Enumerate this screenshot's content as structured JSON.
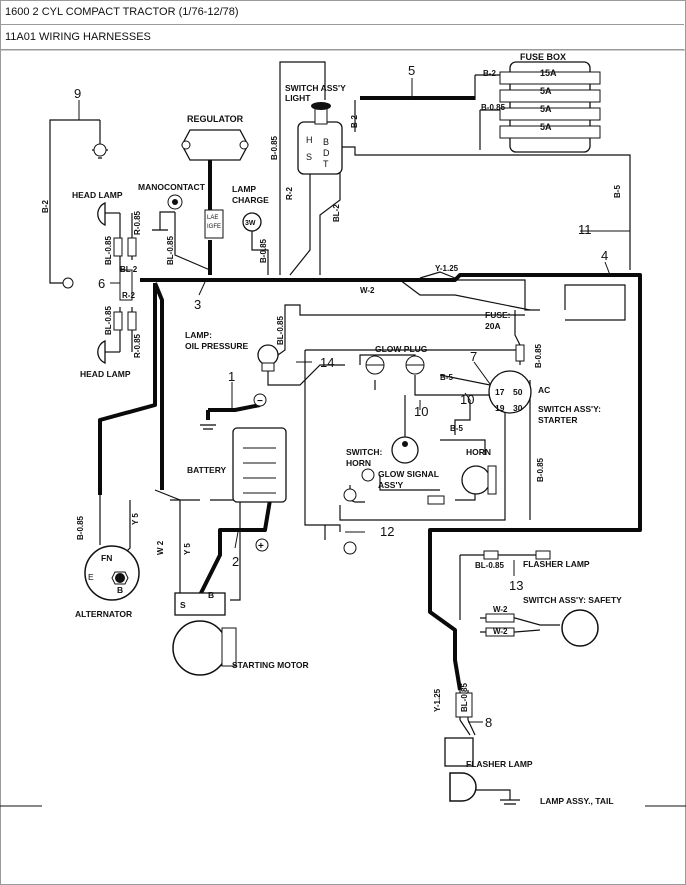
{
  "header": {
    "title": "1600 2 CYL COMPACT TRACTOR (1/76-12/78)",
    "subtitle": "11A01 WIRING HARNESSES"
  },
  "callouts": [
    "1",
    "2",
    "3",
    "4",
    "5",
    "6",
    "7",
    "8",
    "9",
    "10",
    "10",
    "11",
    "12",
    "13",
    "14"
  ],
  "components": {
    "fuse_box": "FUSE BOX",
    "fuses": [
      "15A",
      "5A",
      "5A",
      "5A"
    ],
    "switch_light": [
      "SWITCH ASS'Y",
      "LIGHT"
    ],
    "regulator": "REGULATOR",
    "head_lamp_upper": "HEAD LAMP",
    "head_lamp_lower": "HEAD LAMP",
    "manocontact": "MANOCONTACT",
    "lamp_charge": [
      "LAMP",
      "CHARGE"
    ],
    "lamp_oil": [
      "LAMP:",
      "OIL PRESSURE"
    ],
    "glow_plug": "GLOW PLUG",
    "fuse_20a": [
      "FUSE:",
      "20A"
    ],
    "starter_switch": [
      "SWITCH ASS'Y:",
      "STARTER"
    ],
    "battery": "BATTERY",
    "switch_horn": [
      "SWITCH:",
      "HORN"
    ],
    "horn": "HORN",
    "glow_signal": [
      "GLOW SIGNAL",
      "ASS'Y"
    ],
    "alternator": "ALTERNATOR",
    "starting_motor": "STARTING MOTOR",
    "flasher_lamp_upper": "FLASHER LAMP",
    "safety_switch": "SWITCH ASS'Y: SAFETY",
    "flasher_lamp_lower": "FLASHER LAMP",
    "lamp_tail": "LAMP ASSY., TAIL"
  },
  "wire_labels": {
    "b2_top": "B-2",
    "b085_fuse": "B-0.85",
    "b2_switch": "B-2",
    "b085_vert": "B-0.85",
    "r2": "R-2",
    "bl2_vert": "BL-2",
    "b5_right": "B-5",
    "b2_left": "B-2",
    "bl085_hl_up": "BL-0.85",
    "r085_hl_up": "R-0.85",
    "bl085_mano": "BL-0.85",
    "b085_charge": "B-0.85",
    "bl2_mid": "BL 2",
    "r2_mid": "R-2",
    "bl085_hl_low": "BL-0.85",
    "r085_hl_low": "R-0.85",
    "y125": "Y-1.25",
    "w2_main": "W-2",
    "bl085_oil": "BL-0.85",
    "b085_fuse20": "B-0.85",
    "b5_glow": "B-5",
    "b5_horn": "B-5",
    "b085_starter": "B-0.85",
    "b085_alt": "B-0.85",
    "y5_alt": "Y 5",
    "w2_motor": "W 2",
    "y5_motor": "Y 5",
    "bl085_flash": "BL-0.85",
    "w2_safety_a": "W-2",
    "w2_safety_b": "W-2",
    "y125_tail": "Y-1.25",
    "bl085_tail": "BL-0.85"
  },
  "terminals": {
    "switch_light": [
      "H",
      "S",
      "B",
      "D",
      "T"
    ],
    "starter": [
      "17",
      "50",
      "19",
      "30",
      "AC"
    ],
    "alternator": [
      "FN",
      "E",
      "B"
    ],
    "motor": [
      "S",
      "B"
    ],
    "regulator_conn": [
      "LAE",
      "IGFE"
    ],
    "lamp_3w": "3W",
    "battery_neg": "−",
    "battery_pos": "+"
  }
}
